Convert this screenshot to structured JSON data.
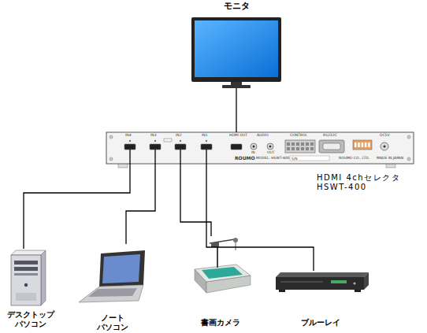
{
  "diagram": {
    "nodes": [
      {
        "text": [
          "モニタ"
        ]
      },
      {
        "text": [
          "HDMI 4chセレクタ HSWT-400"
        ]
      },
      {
        "text": [
          "デスクトップ パソコン"
        ]
      },
      {
        "text": [
          "ノート パソコン"
        ]
      },
      {
        "text": [
          "書画カメラ"
        ]
      },
      {
        "text": [
          "ブルーレイ"
        ]
      }
    ],
    "edges": [
      {
        "from": 1,
        "to": 0,
        "arrow": "none"
      },
      {
        "from": 2,
        "to": 1,
        "arrow": "none"
      },
      {
        "from": 3,
        "to": 1,
        "arrow": "none"
      },
      {
        "from": 4,
        "to": 1,
        "arrow": "none"
      },
      {
        "from": 5,
        "to": 1,
        "arrow": "none"
      }
    ],
    "labels": [
      "IN4",
      "IN3",
      "IN2",
      "IN1",
      "HDMI OUT",
      "AUDIO",
      "IN",
      "OUT",
      "CONTROL",
      "RS232C",
      "DC5V",
      "ROUMO",
      "MODEL: HSWT-400",
      "S/N",
      "ROUMO CO., LTD.",
      "MADE IN JAPAN"
    ]
  }
}
